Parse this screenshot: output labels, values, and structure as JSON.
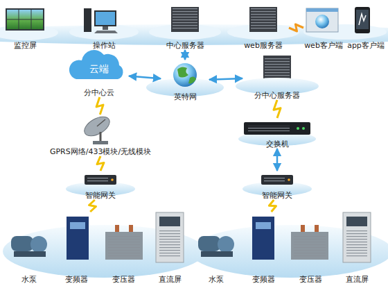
{
  "diagram": {
    "nodes": [
      {
        "text": [
          "监控屏"
        ]
      },
      {
        "text": [
          "操作站"
        ]
      },
      {
        "text": [
          "中心服务器"
        ]
      },
      {
        "text": [
          "web服务器"
        ]
      },
      {
        "text": [
          "web客户端",
          "app客户端"
        ]
      },
      {
        "text": [
          "云端",
          "分中心云"
        ]
      },
      {
        "text": [
          "英特网"
        ]
      },
      {
        "text": [
          "分中心服务器"
        ]
      },
      {
        "text": [
          "GPRS网络/433模块/无线模块"
        ]
      },
      {
        "text": [
          "交换机"
        ]
      },
      {
        "text": [
          "智能网关"
        ]
      },
      {
        "text": [
          "智能网关"
        ]
      },
      {
        "text": [
          "水泵"
        ]
      },
      {
        "text": [
          "变频器"
        ]
      },
      {
        "text": [
          "变压器"
        ]
      },
      {
        "text": [
          "直流屏"
        ]
      },
      {
        "text": [
          "水泵"
        ]
      },
      {
        "text": [
          "变频器"
        ]
      },
      {
        "text": [
          "变压器"
        ]
      },
      {
        "text": [
          "直流屏"
        ]
      }
    ],
    "edges": [
      {
        "from": 2,
        "to": 6,
        "arrow": "both"
      },
      {
        "from": 5,
        "to": 6,
        "arrow": "both"
      },
      {
        "from": 6,
        "to": 7,
        "arrow": "both"
      },
      {
        "from": 3,
        "to": 4,
        "arrow": "none"
      },
      {
        "from": 5,
        "to": 8,
        "arrow": "none"
      },
      {
        "from": 8,
        "to": 10,
        "arrow": "none"
      },
      {
        "from": 7,
        "to": 9,
        "arrow": "none"
      },
      {
        "from": 9,
        "to": 11,
        "arrow": "both"
      },
      {
        "from": 10,
        "to": 13,
        "arrow": "none"
      },
      {
        "from": 11,
        "to": 17,
        "arrow": "none"
      }
    ]
  }
}
